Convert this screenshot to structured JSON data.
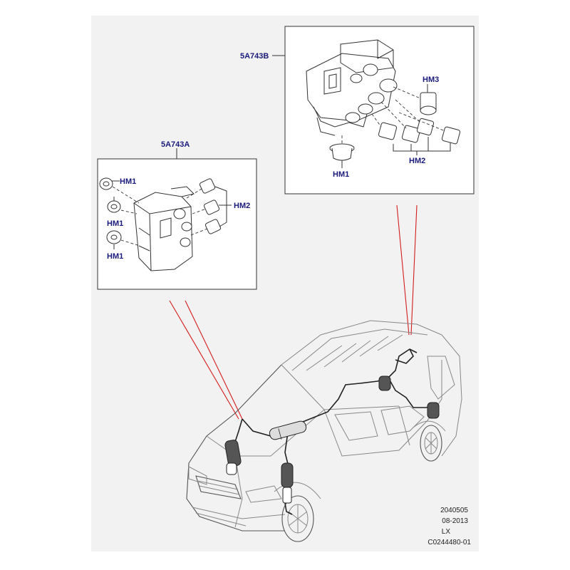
{
  "callouts": {
    "block_b_part": "5A743B",
    "block_a_part": "5A743A",
    "b_hm1": "HM1",
    "b_hm2": "HM2",
    "b_hm3": "HM3",
    "a_hm1_top": "HM1",
    "a_hm1_mid": "HM1",
    "a_hm1_bot": "HM1",
    "a_hm2": "HM2"
  },
  "meta": {
    "line1": "2040505",
    "line2": "08-2013",
    "line3": "LX",
    "line4": "C0244480-01"
  },
  "colors": {
    "callout_text": "#1a1a7a",
    "leader_red": "#d41c1c",
    "background": "#f2f2f2"
  }
}
